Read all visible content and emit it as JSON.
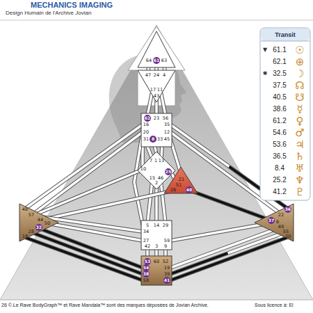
{
  "diagram": {
    "title": "MECHANICS IMAGING",
    "nodes": [
      {
        "text": [
          "64",
          "61",
          "63"
        ]
      },
      {
        "text": [
          "47",
          "24",
          "4",
          "17",
          "11",
          "43"
        ]
      },
      {
        "text": [
          "62",
          "23",
          "56",
          "16",
          "35",
          "20",
          "12",
          "31",
          "8",
          "33",
          "45"
        ]
      },
      {
        "text": [
          "7",
          "1",
          "13",
          "10",
          "25",
          "15",
          "46",
          "2"
        ]
      },
      {
        "text": [
          "21",
          "51",
          "26",
          "40"
        ]
      },
      {
        "text": [
          "48",
          "57",
          "44",
          "50",
          "32",
          "28",
          "18"
        ]
      },
      {
        "text": [
          "36",
          "22",
          "37",
          "6",
          "49",
          "55",
          "30"
        ]
      },
      {
        "text": [
          "5",
          "14",
          "29",
          "34",
          "27",
          "59",
          "42",
          "3",
          "9"
        ]
      },
      {
        "text": [
          "53",
          "60",
          "52",
          "54",
          "19",
          "38",
          "39",
          "58",
          "41"
        ]
      },
      {
        "text": [
          "Transit",
          "▼",
          "61.1",
          "☉",
          "62.1",
          "⊕",
          "✱",
          "32.5",
          "☽",
          "37.5",
          "☊",
          "40.5",
          "☋",
          "38.6",
          "☿",
          "61.2",
          "♀",
          "54.6",
          "♂",
          "53.6",
          "♃",
          "36.5",
          "♄",
          "8.4",
          "♅",
          "25.2",
          "♆",
          "41.2",
          "♇"
        ]
      }
    ],
    "edges": [
      {
        "from": 0,
        "to": 1,
        "arrow": "none"
      },
      {
        "from": 0,
        "to": 1,
        "arrow": "none"
      },
      {
        "from": 0,
        "to": 1,
        "arrow": "none"
      },
      {
        "from": 1,
        "to": 2,
        "arrow": "none"
      },
      {
        "from": 1,
        "to": 2,
        "arrow": "none"
      },
      {
        "from": 1,
        "to": 2,
        "arrow": "none"
      },
      {
        "from": 2,
        "to": 3,
        "arrow": "none"
      },
      {
        "from": 2,
        "to": 3,
        "arrow": "none"
      },
      {
        "from": 2,
        "to": 3,
        "arrow": "none"
      },
      {
        "from": 2,
        "to": 3,
        "arrow": "none"
      },
      {
        "from": 2,
        "to": 7,
        "arrow": "none"
      },
      {
        "from": 2,
        "to": 5,
        "arrow": "none"
      },
      {
        "from": 2,
        "to": 5,
        "arrow": "none"
      },
      {
        "from": 2,
        "to": 6,
        "arrow": "none"
      },
      {
        "from": 2,
        "to": 6,
        "arrow": "none"
      },
      {
        "from": 2,
        "to": 4,
        "arrow": "none"
      },
      {
        "from": 3,
        "to": 4,
        "arrow": "none"
      },
      {
        "from": 3,
        "to": 7,
        "arrow": "none"
      },
      {
        "from": 3,
        "to": 7,
        "arrow": "none"
      },
      {
        "from": 3,
        "to": 7,
        "arrow": "none"
      },
      {
        "from": 3,
        "to": 5,
        "arrow": "none"
      },
      {
        "from": 4,
        "to": 5,
        "arrow": "none"
      },
      {
        "from": 4,
        "to": 6,
        "arrow": "none"
      },
      {
        "from": 7,
        "to": 5,
        "arrow": "none"
      },
      {
        "from": 7,
        "to": 5,
        "arrow": "none"
      },
      {
        "from": 7,
        "to": 6,
        "arrow": "none"
      },
      {
        "from": 7,
        "to": 8,
        "arrow": "none"
      },
      {
        "from": 7,
        "to": 8,
        "arrow": "none"
      },
      {
        "from": 7,
        "to": 8,
        "arrow": "none"
      },
      {
        "from": 5,
        "to": 8,
        "arrow": "none"
      },
      {
        "from": 5,
        "to": 8,
        "arrow": "none"
      },
      {
        "from": 5,
        "to": 8,
        "arrow": "none"
      },
      {
        "from": 6,
        "to": 8,
        "arrow": "none"
      },
      {
        "from": 6,
        "to": 8,
        "arrow": "none"
      },
      {
        "from": 6,
        "to": 8,
        "arrow": "none"
      }
    ],
    "labels": [
      "Design Humain de l'Archive Jovian",
      "26 ©.Le Rave BodyGraph™ et Rave Mandala™ sont des marques déposées de Jovian Archive.",
      "Sous licence à: El"
    ]
  }
}
